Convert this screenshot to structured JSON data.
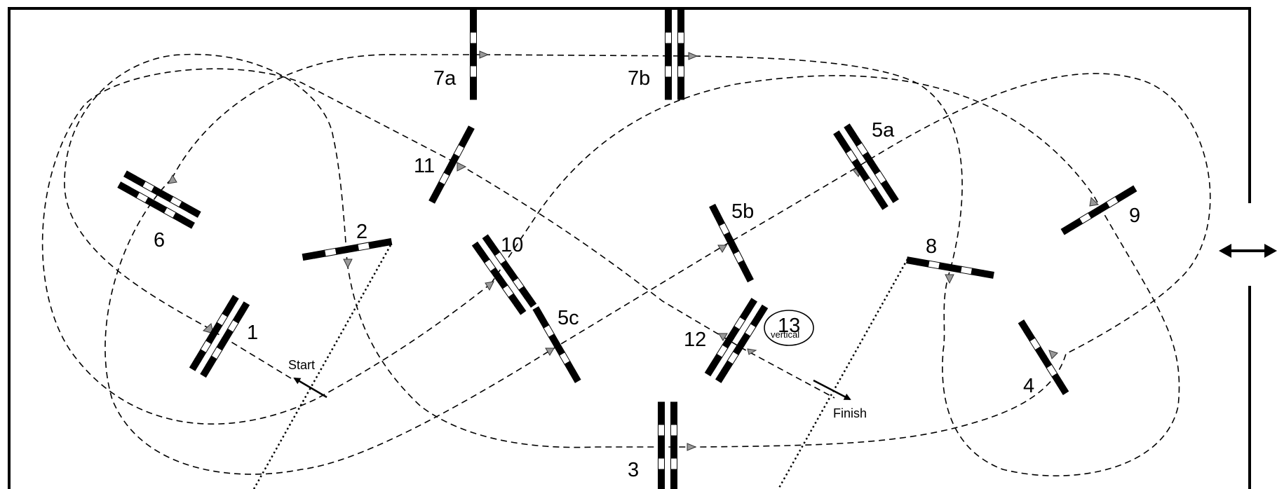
{
  "arena": {
    "label": "jumping course diagram"
  },
  "obstacles": [
    {
      "id": "1",
      "label": "1",
      "type": "oxer"
    },
    {
      "id": "2",
      "label": "2",
      "type": "vertical"
    },
    {
      "id": "3",
      "label": "3",
      "type": "oxer"
    },
    {
      "id": "4",
      "label": "4",
      "type": "vertical"
    },
    {
      "id": "5a",
      "label": "5a",
      "type": "oxer"
    },
    {
      "id": "5b",
      "label": "5b",
      "type": "vertical"
    },
    {
      "id": "5c",
      "label": "5c",
      "type": "vertical"
    },
    {
      "id": "6",
      "label": "6",
      "type": "oxer"
    },
    {
      "id": "7a",
      "label": "7a",
      "type": "vertical"
    },
    {
      "id": "7b",
      "label": "7b",
      "type": "oxer"
    },
    {
      "id": "8",
      "label": "8",
      "type": "vertical"
    },
    {
      "id": "9",
      "label": "9",
      "type": "vertical"
    },
    {
      "id": "10",
      "label": "10",
      "type": "oxer"
    },
    {
      "id": "11",
      "label": "11",
      "type": "vertical"
    },
    {
      "id": "12",
      "label": "12",
      "type": "oxer"
    }
  ],
  "joker": {
    "number": "13",
    "caption": "vertical"
  },
  "start_label": "Start",
  "finish_label": "Finish",
  "colors": {
    "ink": "#000000",
    "arrow_fill": "#999999",
    "background": "#ffffff"
  }
}
